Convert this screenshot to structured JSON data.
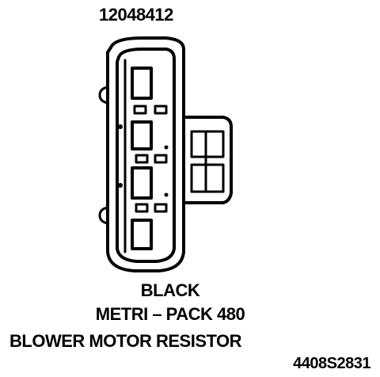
{
  "part_number": "12048412",
  "connector": {
    "color": "BLACK",
    "series": "METRI – PACK 480"
  },
  "component": "BLOWER MOTOR RESISTOR",
  "figure_id": "4408S2831",
  "colors": {
    "line": "#000000",
    "background": "#ffffff"
  }
}
